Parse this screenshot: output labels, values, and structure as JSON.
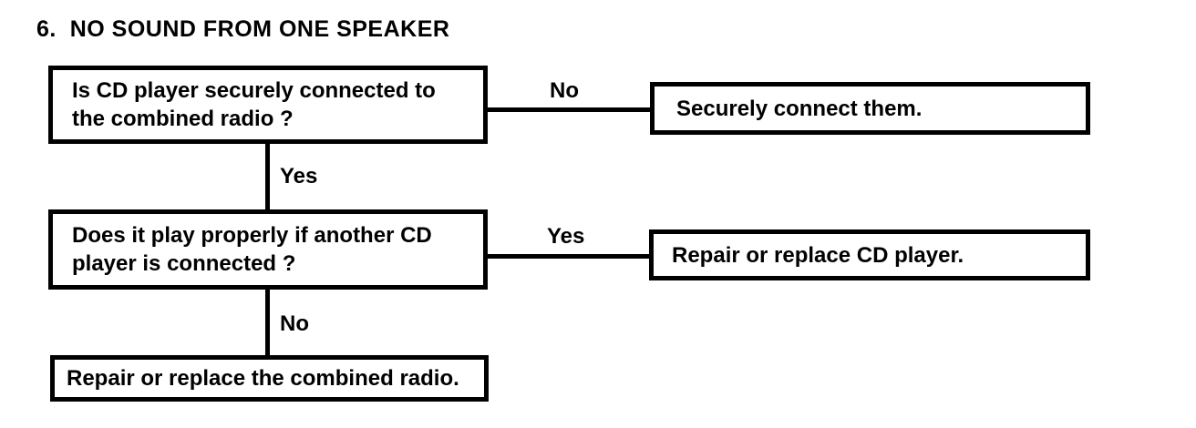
{
  "title": "6.  NO SOUND FROM ONE SPEAKER",
  "flowchart": {
    "q1": {
      "lines": [
        "Is CD player securely connected to",
        "the combined radio ?"
      ]
    },
    "branch1": {
      "label": "No"
    },
    "a1": {
      "text": "Securely connect them."
    },
    "down1": {
      "label": "Yes"
    },
    "q2": {
      "lines": [
        "Does it play properly if another CD",
        "player is connected ?"
      ]
    },
    "branch2": {
      "label": "Yes"
    },
    "a2": {
      "text": "Repair or replace CD player."
    },
    "down2": {
      "label": "No"
    },
    "a3": {
      "text": "Repair or replace the combined radio."
    }
  }
}
